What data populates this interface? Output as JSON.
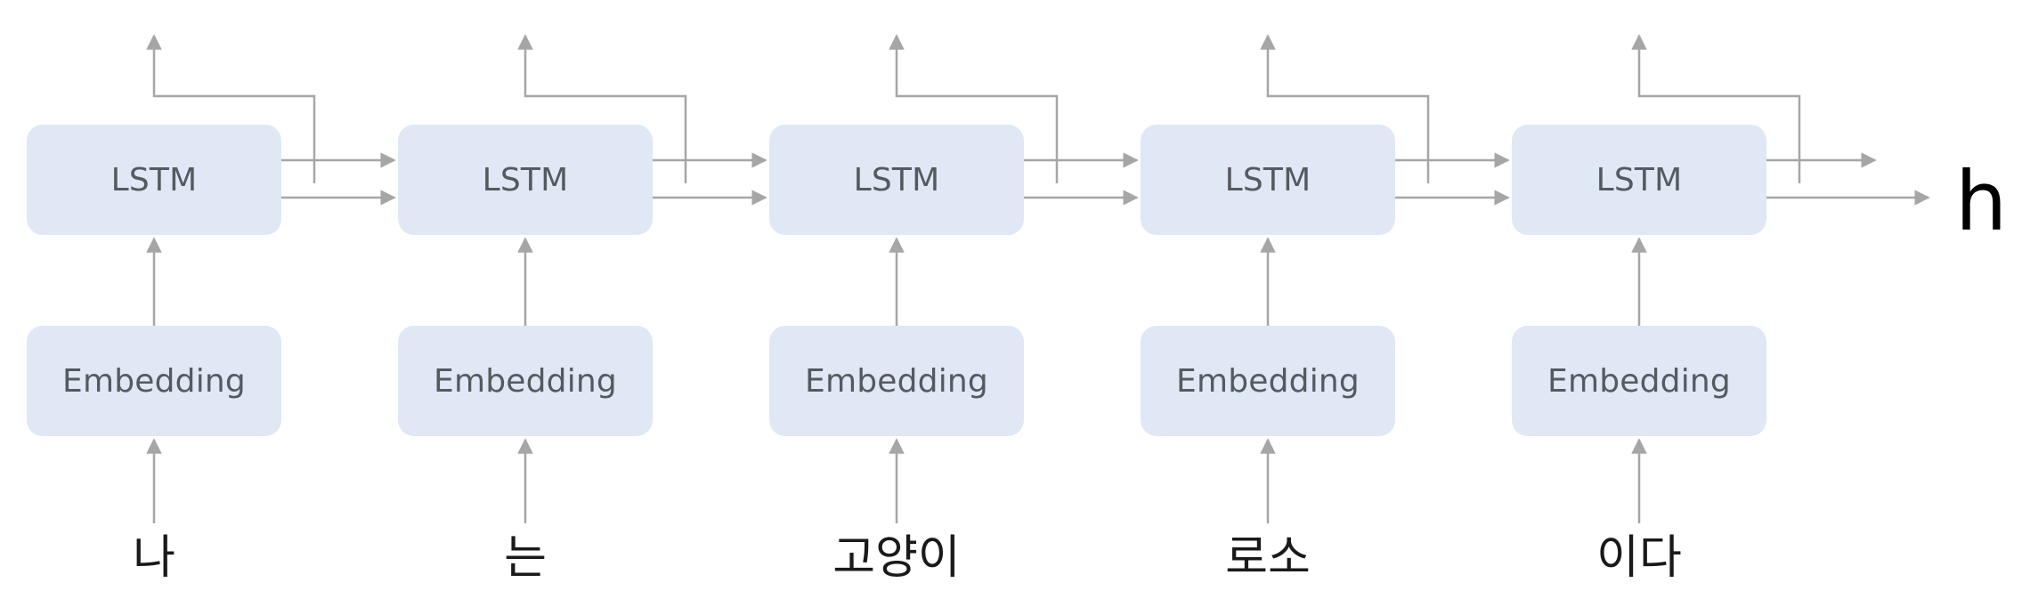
{
  "steps": [
    {
      "lstm_label": "LSTM",
      "embedding_label": "Embedding",
      "token": "나"
    },
    {
      "lstm_label": "LSTM",
      "embedding_label": "Embedding",
      "token": "는"
    },
    {
      "lstm_label": "LSTM",
      "embedding_label": "Embedding",
      "token": "고양이"
    },
    {
      "lstm_label": "LSTM",
      "embedding_label": "Embedding",
      "token": "로소"
    },
    {
      "lstm_label": "LSTM",
      "embedding_label": "Embedding",
      "token": "이다"
    }
  ],
  "output_label": "h",
  "colors": {
    "box_fill": "#dfe8f4",
    "box_text": "#555a60",
    "arrow": "#a6a6a6",
    "token_text": "#1a1a1a",
    "output_text": "#000000"
  }
}
